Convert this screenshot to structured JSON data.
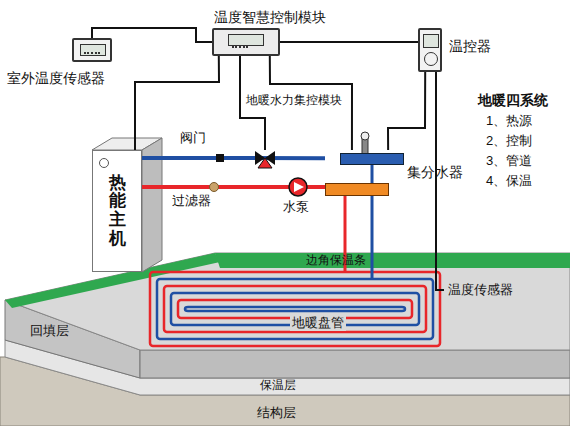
{
  "diagram": {
    "nodes": [
      {
        "text": [
          "室外温度传感器"
        ]
      },
      {
        "text": [
          "温度智慧控制模块"
        ]
      },
      {
        "text": [
          "温控器"
        ]
      },
      {
        "text": [
          "热能主机"
        ]
      },
      {
        "text": [
          "集分水器"
        ]
      }
    ],
    "edges": [
      {
        "from": 0,
        "to": 1,
        "arrow": "none"
      },
      {
        "from": 1,
        "to": 2,
        "arrow": "none"
      },
      {
        "from": 1,
        "to": 3,
        "arrow": "none"
      },
      {
        "from": 1,
        "to": 4,
        "arrow": "none"
      },
      {
        "from": 2,
        "to": 4,
        "arrow": "none"
      },
      {
        "from": 3,
        "to": 4,
        "arrow": "none"
      },
      {
        "from": 3,
        "to": 4,
        "arrow": "none"
      }
    ],
    "labels": [
      "地暖水力集控模块",
      "阀门",
      "过滤器",
      "水泵",
      "边角保温条",
      "回填层",
      "地暖盘管",
      "保温层",
      "结构层",
      "温度传感器",
      "地暖四系统",
      "1、热源",
      "2、控制",
      "3、管道",
      "4、保温"
    ]
  }
}
